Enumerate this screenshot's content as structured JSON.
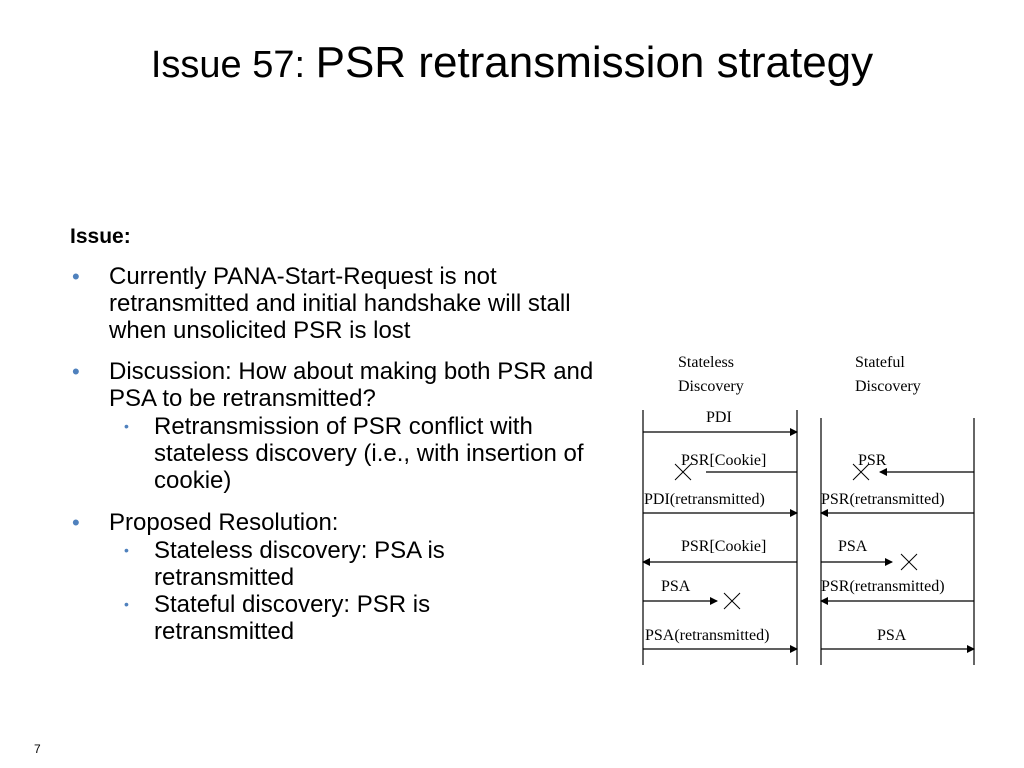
{
  "title": {
    "prefix": "Issue 57: ",
    "main": "PSR retransmission strategy"
  },
  "issue_heading": "Issue:",
  "bullets": [
    {
      "text": "Currently PANA-Start-Request is not retransmitted and initial handshake will stall when unsolicited PSR is lost"
    },
    {
      "text": "Discussion: How about making both PSR and PSA to be retransmitted?",
      "subs": [
        "Retransmission of PSR conflict with stateless discovery (i.e., with insertion of cookie)"
      ]
    },
    {
      "text": "Proposed Resolution:",
      "subs": [
        "Stateless discovery: PSA is retransmitted",
        "Stateful discovery: PSR is retransmitted"
      ]
    }
  ],
  "diagram": {
    "headers": {
      "stateless": [
        "Stateless",
        "Discovery"
      ],
      "stateful": [
        "Stateful",
        "Discovery"
      ]
    },
    "stateless_messages": [
      "PDI",
      "PSR[Cookie]",
      "PDI(retransmitted)",
      "PSR[Cookie]",
      "PSA",
      "PSA(retransmitted)"
    ],
    "stateful_messages": [
      "PSR",
      "PSR(retransmitted)",
      "PSA",
      "PSR(retransmitted)",
      "PSA"
    ]
  },
  "slide_number": "7",
  "colors": {
    "bullet": "#4f81bd",
    "text": "#000000"
  }
}
